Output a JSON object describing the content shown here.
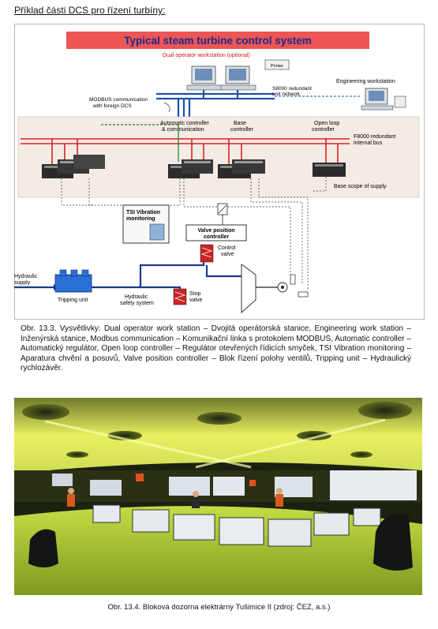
{
  "page": {
    "heading": "Příklad části DCS pro řízení turbíny:"
  },
  "diagram": {
    "banner_title": "Typical  steam turbine control system",
    "labels": {
      "dual_operator": "Dual operator  workstation (optional)",
      "printer": "Printer",
      "engineering": "Engineering workstation",
      "modbus_1": "MODBUS communication",
      "modbus_2": "with foreign DCS",
      "s8000_1": "S8000 redundant",
      "s8000_2": "unit network",
      "auto_ctrl_1": "Automatic controller",
      "auto_ctrl_2": "& communication",
      "base_ctrl_1": "Base",
      "base_ctrl_2": "controller",
      "open_loop_1": "Open loop",
      "open_loop_2": "controller",
      "f8000_1": "F8000 redundant",
      "f8000_2": "internal bus",
      "base_scope": "Base scope of supply",
      "tsi_1": "TSI Vibration",
      "tsi_2": "monitoring",
      "valve_pos_1": "Valve position",
      "valve_pos_2": "controller",
      "control_valve_1": "Control",
      "control_valve_2": "valve",
      "hydraulic_supply_1": "Hydraulic",
      "hydraulic_supply_2": "supply",
      "tripping_unit": "Tripping unit",
      "hydraulic_safety_1": "Hydraulic",
      "hydraulic_safety_2": "safety system",
      "stop_valve_1": "Stop",
      "stop_valve_2": "valve"
    }
  },
  "captions": {
    "figure_1": "Obr. 13.3. Vysvětlivky: Dual operator work station – Dvojitá operátorská stanice, Engineering work station – Inženýrská stanice, Modbus communication – Komunikační linka s protokolem MODBUS, Automatic controller – Automatický regulátor, Open loop controller – Regulátor otevřených řídicích smyček, TSI Vibration monitoring – Aparatura chvění a posuvů, Valve position controller – Blok řízení polohy ventilů, Tripping unit – Hydraulický rychlozávěr.",
    "figure_2": "Obr. 13.4. Bloková dozorna elektrárny Tušimice II (zdroj: ČEZ, a.s.)"
  },
  "colors": {
    "banner_fill": "#ee5555",
    "banner_text": "#1a2a88",
    "bus_red": "#dd2222",
    "network_blue": "#1f4fa8",
    "hydraulic_blue": "#1a3a8a",
    "dashed_green": "#2a7a2a",
    "room_ceiling": "#e9f060",
    "room_desk": "#c4dc44"
  }
}
